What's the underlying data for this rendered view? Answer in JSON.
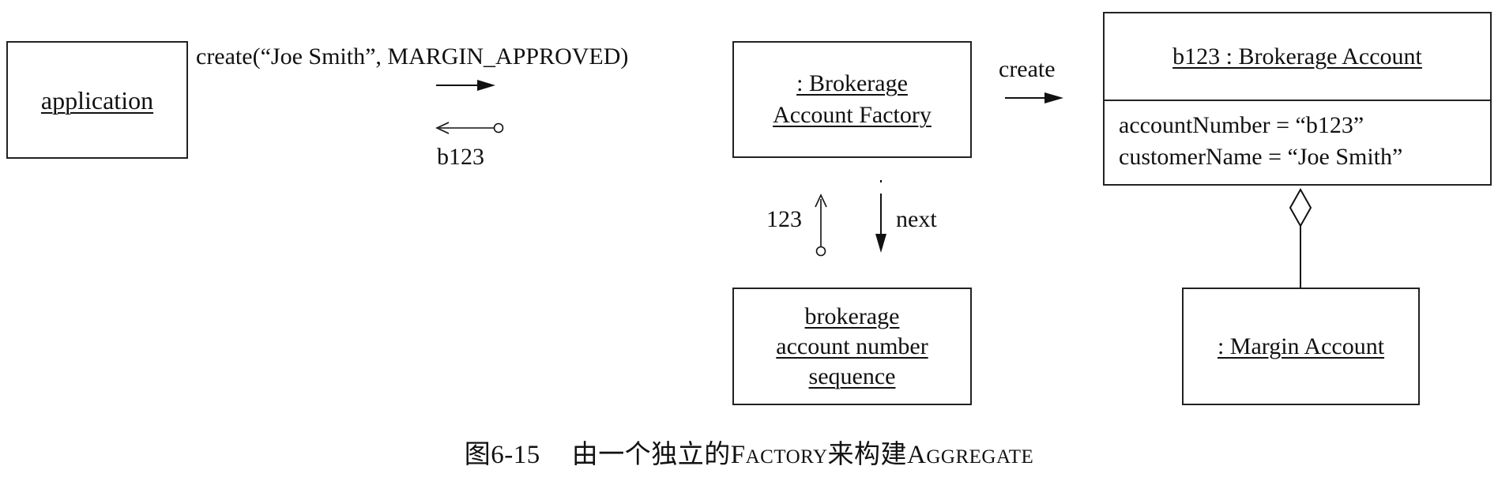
{
  "objects": {
    "application": "application",
    "factory_line1": ": Brokerage",
    "factory_line2": "Account Factory",
    "account_title": "b123 : Brokerage Account",
    "account_attr1": "accountNumber = “b123”",
    "account_attr2": "customerName = “Joe Smith”",
    "sequence_line1": "brokerage",
    "sequence_line2": "account number",
    "sequence_line3": "sequence",
    "margin_account": ": Margin Account"
  },
  "messages": {
    "create_call": "create(“Joe Smith”, MARGIN_APPROVED)",
    "return_b123": "b123",
    "create": "create",
    "next": "next",
    "return_123": "123"
  },
  "caption": {
    "number": "图6-15",
    "text_part1": "由一个独立的",
    "factory_initial": "F",
    "factory_rest": "actory",
    "text_part2": "来构建",
    "aggregate_initial": "A",
    "aggregate_rest": "ggregate"
  }
}
